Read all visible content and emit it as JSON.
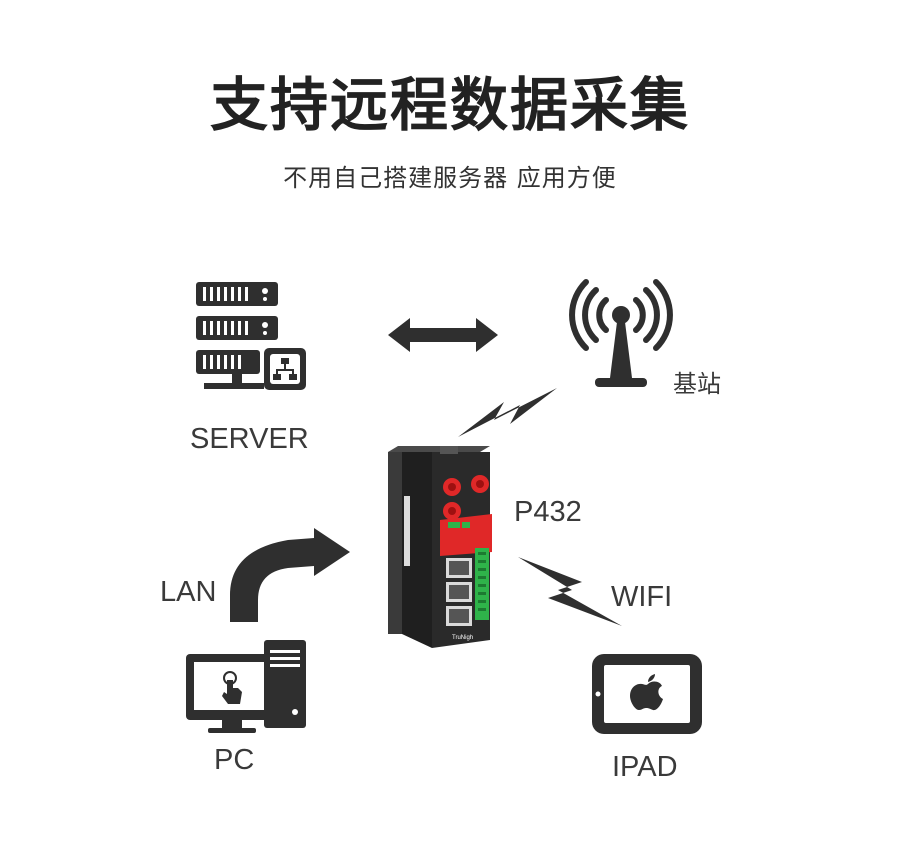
{
  "header": {
    "title": "支持远程数据采集",
    "subtitle": "不用自己搭建服务器 应用方便"
  },
  "nodes": {
    "server": {
      "label": "SERVER",
      "icon": "server-rack-icon"
    },
    "base_station": {
      "label": "基站",
      "icon": "cell-tower-icon"
    },
    "device": {
      "label": "P432",
      "brand": "TruNigh",
      "icon": "industrial-router-icon"
    },
    "pc": {
      "label": "PC",
      "icon": "desktop-computer-icon"
    },
    "ipad": {
      "label": "IPAD",
      "icon": "tablet-apple-icon"
    }
  },
  "links": {
    "lan": {
      "label": "LAN",
      "icon": "curved-arrow-icon"
    },
    "wifi": {
      "label": "WIFI",
      "icon": "lightning-link-icon"
    },
    "cellular": {
      "icon": "lightning-link-icon"
    },
    "server_tower": {
      "icon": "double-arrow-icon"
    }
  },
  "colors": {
    "icon": "#2f2f2f",
    "accent": "#e02828",
    "green": "#2fb34a"
  }
}
